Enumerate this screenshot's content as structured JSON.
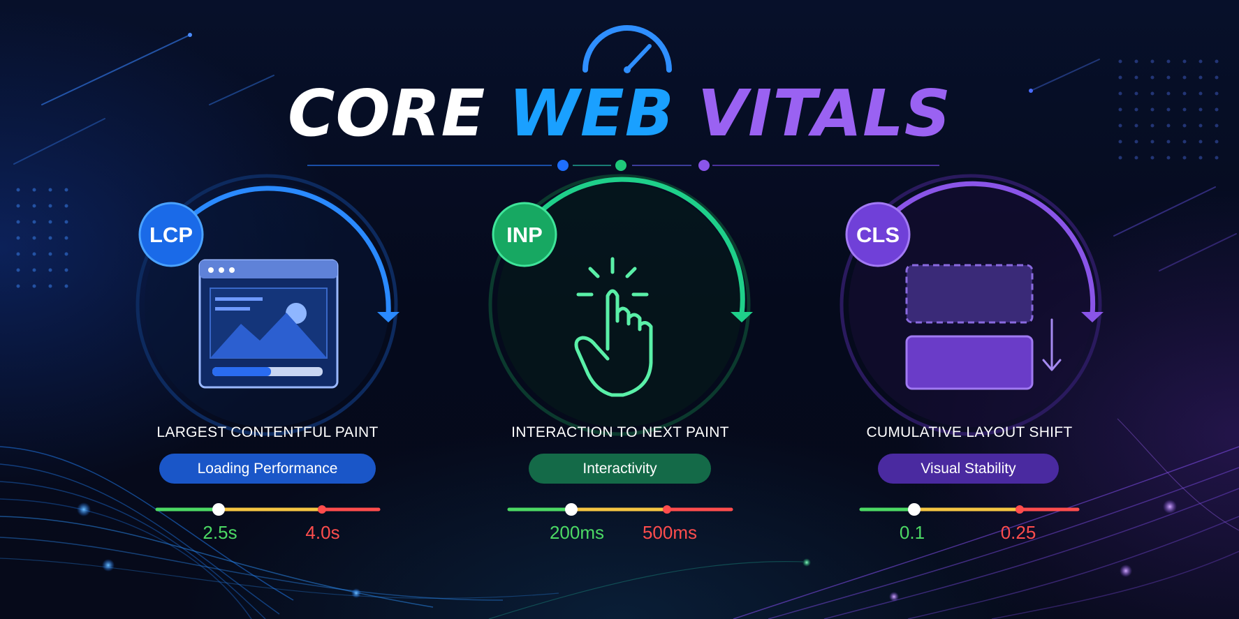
{
  "title": {
    "word1": "CORE",
    "word2": "WEB",
    "word3": "VITALS"
  },
  "colors": {
    "blue": "#1e7bff",
    "green": "#1fc97a",
    "purple": "#8a55e8",
    "scale_good": "#4cd964",
    "scale_mid": "#f5c542",
    "scale_poor": "#ff4d4d"
  },
  "metrics": [
    {
      "abbr": "LCP",
      "name": "LARGEST CONTENTFUL PAINT",
      "category": "Loading Performance",
      "icon": "browser-window-image-icon",
      "threshold_good": "2.5s",
      "threshold_poor": "4.0s"
    },
    {
      "abbr": "INP",
      "name": "INTERACTION TO NEXT PAINT",
      "category": "Interactivity",
      "icon": "pointer-hand-tap-icon",
      "threshold_good": "200ms",
      "threshold_poor": "500ms"
    },
    {
      "abbr": "CLS",
      "name": "CUMULATIVE LAYOUT SHIFT",
      "category": "Visual Stability",
      "icon": "layout-shift-blocks-icon",
      "threshold_good": "0.1",
      "threshold_poor": "0.25"
    }
  ]
}
